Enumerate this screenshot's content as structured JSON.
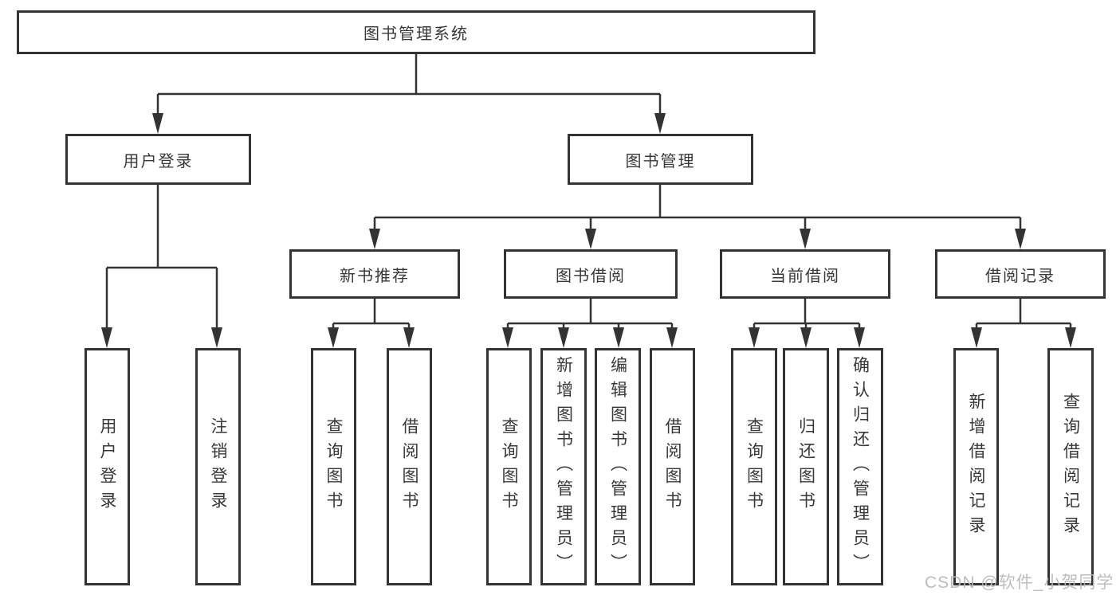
{
  "diagram_title": "图书管理系统",
  "tree": {
    "label": "图书管理系统",
    "children": [
      {
        "label": "用户登录",
        "children": [
          {
            "label": "用户登录"
          },
          {
            "label": "注销登录"
          }
        ]
      },
      {
        "label": "图书管理",
        "children": [
          {
            "label": "新书推荐",
            "children": [
              {
                "label": "查询图书"
              },
              {
                "label": "借阅图书"
              }
            ]
          },
          {
            "label": "图书借阅",
            "children": [
              {
                "label": "查询图书"
              },
              {
                "label": "新增图书（管理员）"
              },
              {
                "label": "编辑图书（管理员）"
              },
              {
                "label": "借阅图书"
              }
            ]
          },
          {
            "label": "当前借阅",
            "children": [
              {
                "label": "查询图书"
              },
              {
                "label": "归还图书"
              },
              {
                "label": "确认归还（管理员）"
              }
            ]
          },
          {
            "label": "借阅记录",
            "children": [
              {
                "label": "新增借阅记录"
              },
              {
                "label": "查询借阅记录"
              }
            ]
          }
        ]
      }
    ]
  },
  "watermark": "CSDN @软件_小贺同学",
  "colors": {
    "line": "#333333",
    "box_border": "#333333",
    "text": "#383838",
    "watermark": "#b8b8b8",
    "background": "#ffffff"
  }
}
